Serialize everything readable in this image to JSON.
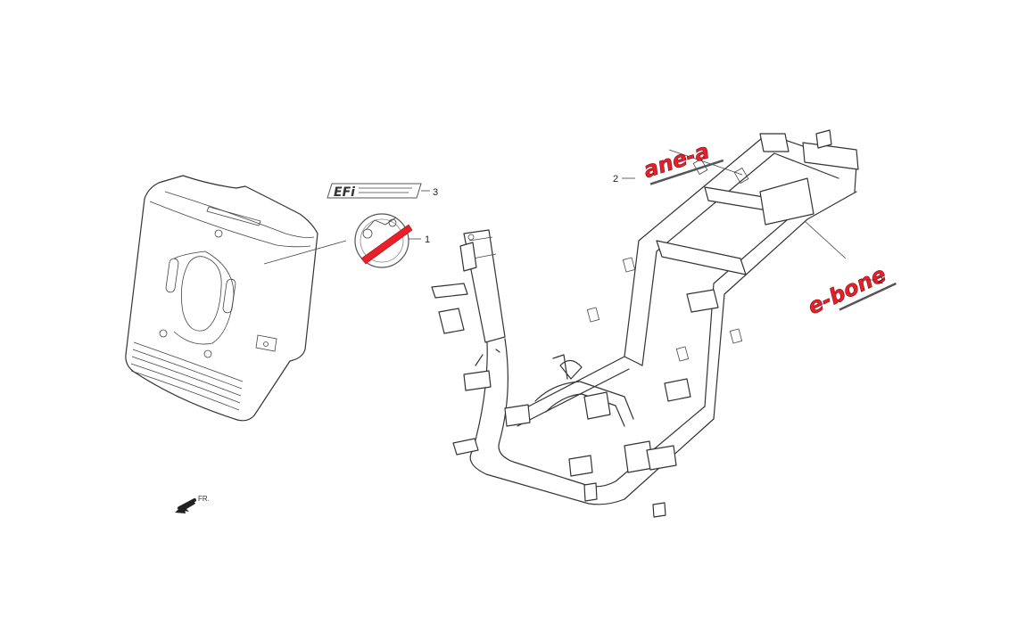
{
  "callouts": {
    "one": "1",
    "two_top": "2",
    "two_right": "2",
    "three": "3"
  },
  "direction_label": "FR.",
  "decals": {
    "efi_text": "EFi",
    "top_decal_text": "ane-a",
    "right_decal_text": "e-bone"
  },
  "colors": {
    "decal_red": "#e8202a",
    "outline": "#333333",
    "sticker_gray": "#555555"
  },
  "icons": [
    "direction-arrow-icon"
  ]
}
